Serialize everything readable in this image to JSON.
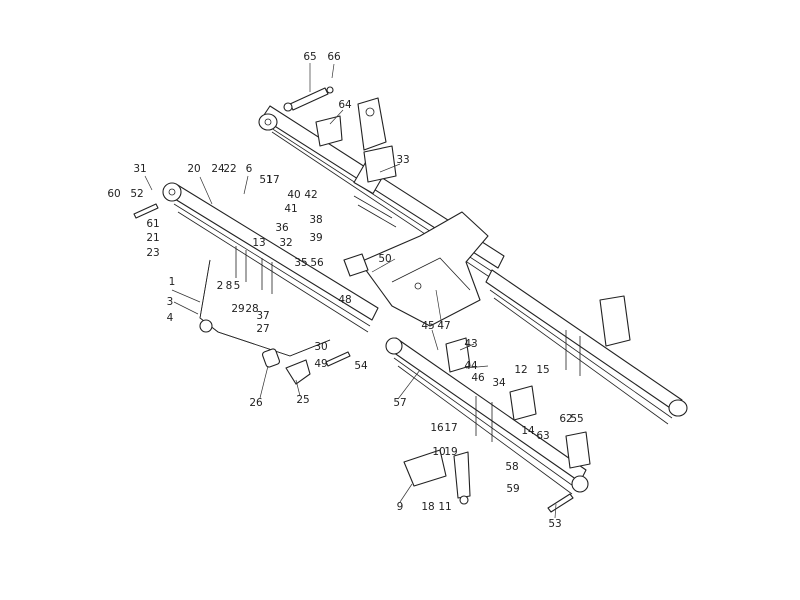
{
  "callouts": [
    {
      "id": "65",
      "label": "65"
    },
    {
      "id": "66",
      "label": "66"
    },
    {
      "id": "64",
      "label": "64"
    },
    {
      "id": "33",
      "label": "33"
    },
    {
      "id": "31",
      "label": "31"
    },
    {
      "id": "20",
      "label": "20"
    },
    {
      "id": "24",
      "label": "24"
    },
    {
      "id": "22",
      "label": "22"
    },
    {
      "id": "6",
      "label": "6"
    },
    {
      "id": "51",
      "label": "51"
    },
    {
      "id": "17a",
      "label": "17"
    },
    {
      "id": "40",
      "label": "40"
    },
    {
      "id": "42",
      "label": "42"
    },
    {
      "id": "60",
      "label": "60"
    },
    {
      "id": "52",
      "label": "52"
    },
    {
      "id": "41",
      "label": "41"
    },
    {
      "id": "38",
      "label": "38"
    },
    {
      "id": "36",
      "label": "36"
    },
    {
      "id": "39",
      "label": "39"
    },
    {
      "id": "61",
      "label": "61"
    },
    {
      "id": "21",
      "label": "21"
    },
    {
      "id": "13",
      "label": "13"
    },
    {
      "id": "32",
      "label": "32"
    },
    {
      "id": "23",
      "label": "23"
    },
    {
      "id": "35",
      "label": "35"
    },
    {
      "id": "56",
      "label": "56"
    },
    {
      "id": "50",
      "label": "50"
    },
    {
      "id": "1",
      "label": "1"
    },
    {
      "id": "2",
      "label": "2"
    },
    {
      "id": "8",
      "label": "8"
    },
    {
      "id": "5",
      "label": "5"
    },
    {
      "id": "48",
      "label": "48"
    },
    {
      "id": "3",
      "label": "3"
    },
    {
      "id": "29",
      "label": "29"
    },
    {
      "id": "28",
      "label": "28"
    },
    {
      "id": "37",
      "label": "37"
    },
    {
      "id": "4",
      "label": "4"
    },
    {
      "id": "27",
      "label": "27"
    },
    {
      "id": "45",
      "label": "45"
    },
    {
      "id": "47",
      "label": "47"
    },
    {
      "id": "43",
      "label": "43"
    },
    {
      "id": "30",
      "label": "30"
    },
    {
      "id": "49",
      "label": "49"
    },
    {
      "id": "54",
      "label": "54"
    },
    {
      "id": "44",
      "label": "44"
    },
    {
      "id": "12",
      "label": "12"
    },
    {
      "id": "15",
      "label": "15"
    },
    {
      "id": "46",
      "label": "46"
    },
    {
      "id": "34",
      "label": "34"
    },
    {
      "id": "57",
      "label": "57"
    },
    {
      "id": "26",
      "label": "26"
    },
    {
      "id": "25",
      "label": "25"
    },
    {
      "id": "62",
      "label": "62"
    },
    {
      "id": "55",
      "label": "55"
    },
    {
      "id": "14",
      "label": "14"
    },
    {
      "id": "63",
      "label": "63"
    },
    {
      "id": "16",
      "label": "16"
    },
    {
      "id": "17b",
      "label": "17"
    },
    {
      "id": "10",
      "label": "10"
    },
    {
      "id": "19",
      "label": "19"
    },
    {
      "id": "58",
      "label": "58"
    },
    {
      "id": "59",
      "label": "59"
    },
    {
      "id": "9",
      "label": "9"
    },
    {
      "id": "18",
      "label": "18"
    },
    {
      "id": "11",
      "label": "11"
    },
    {
      "id": "53",
      "label": "53"
    }
  ]
}
